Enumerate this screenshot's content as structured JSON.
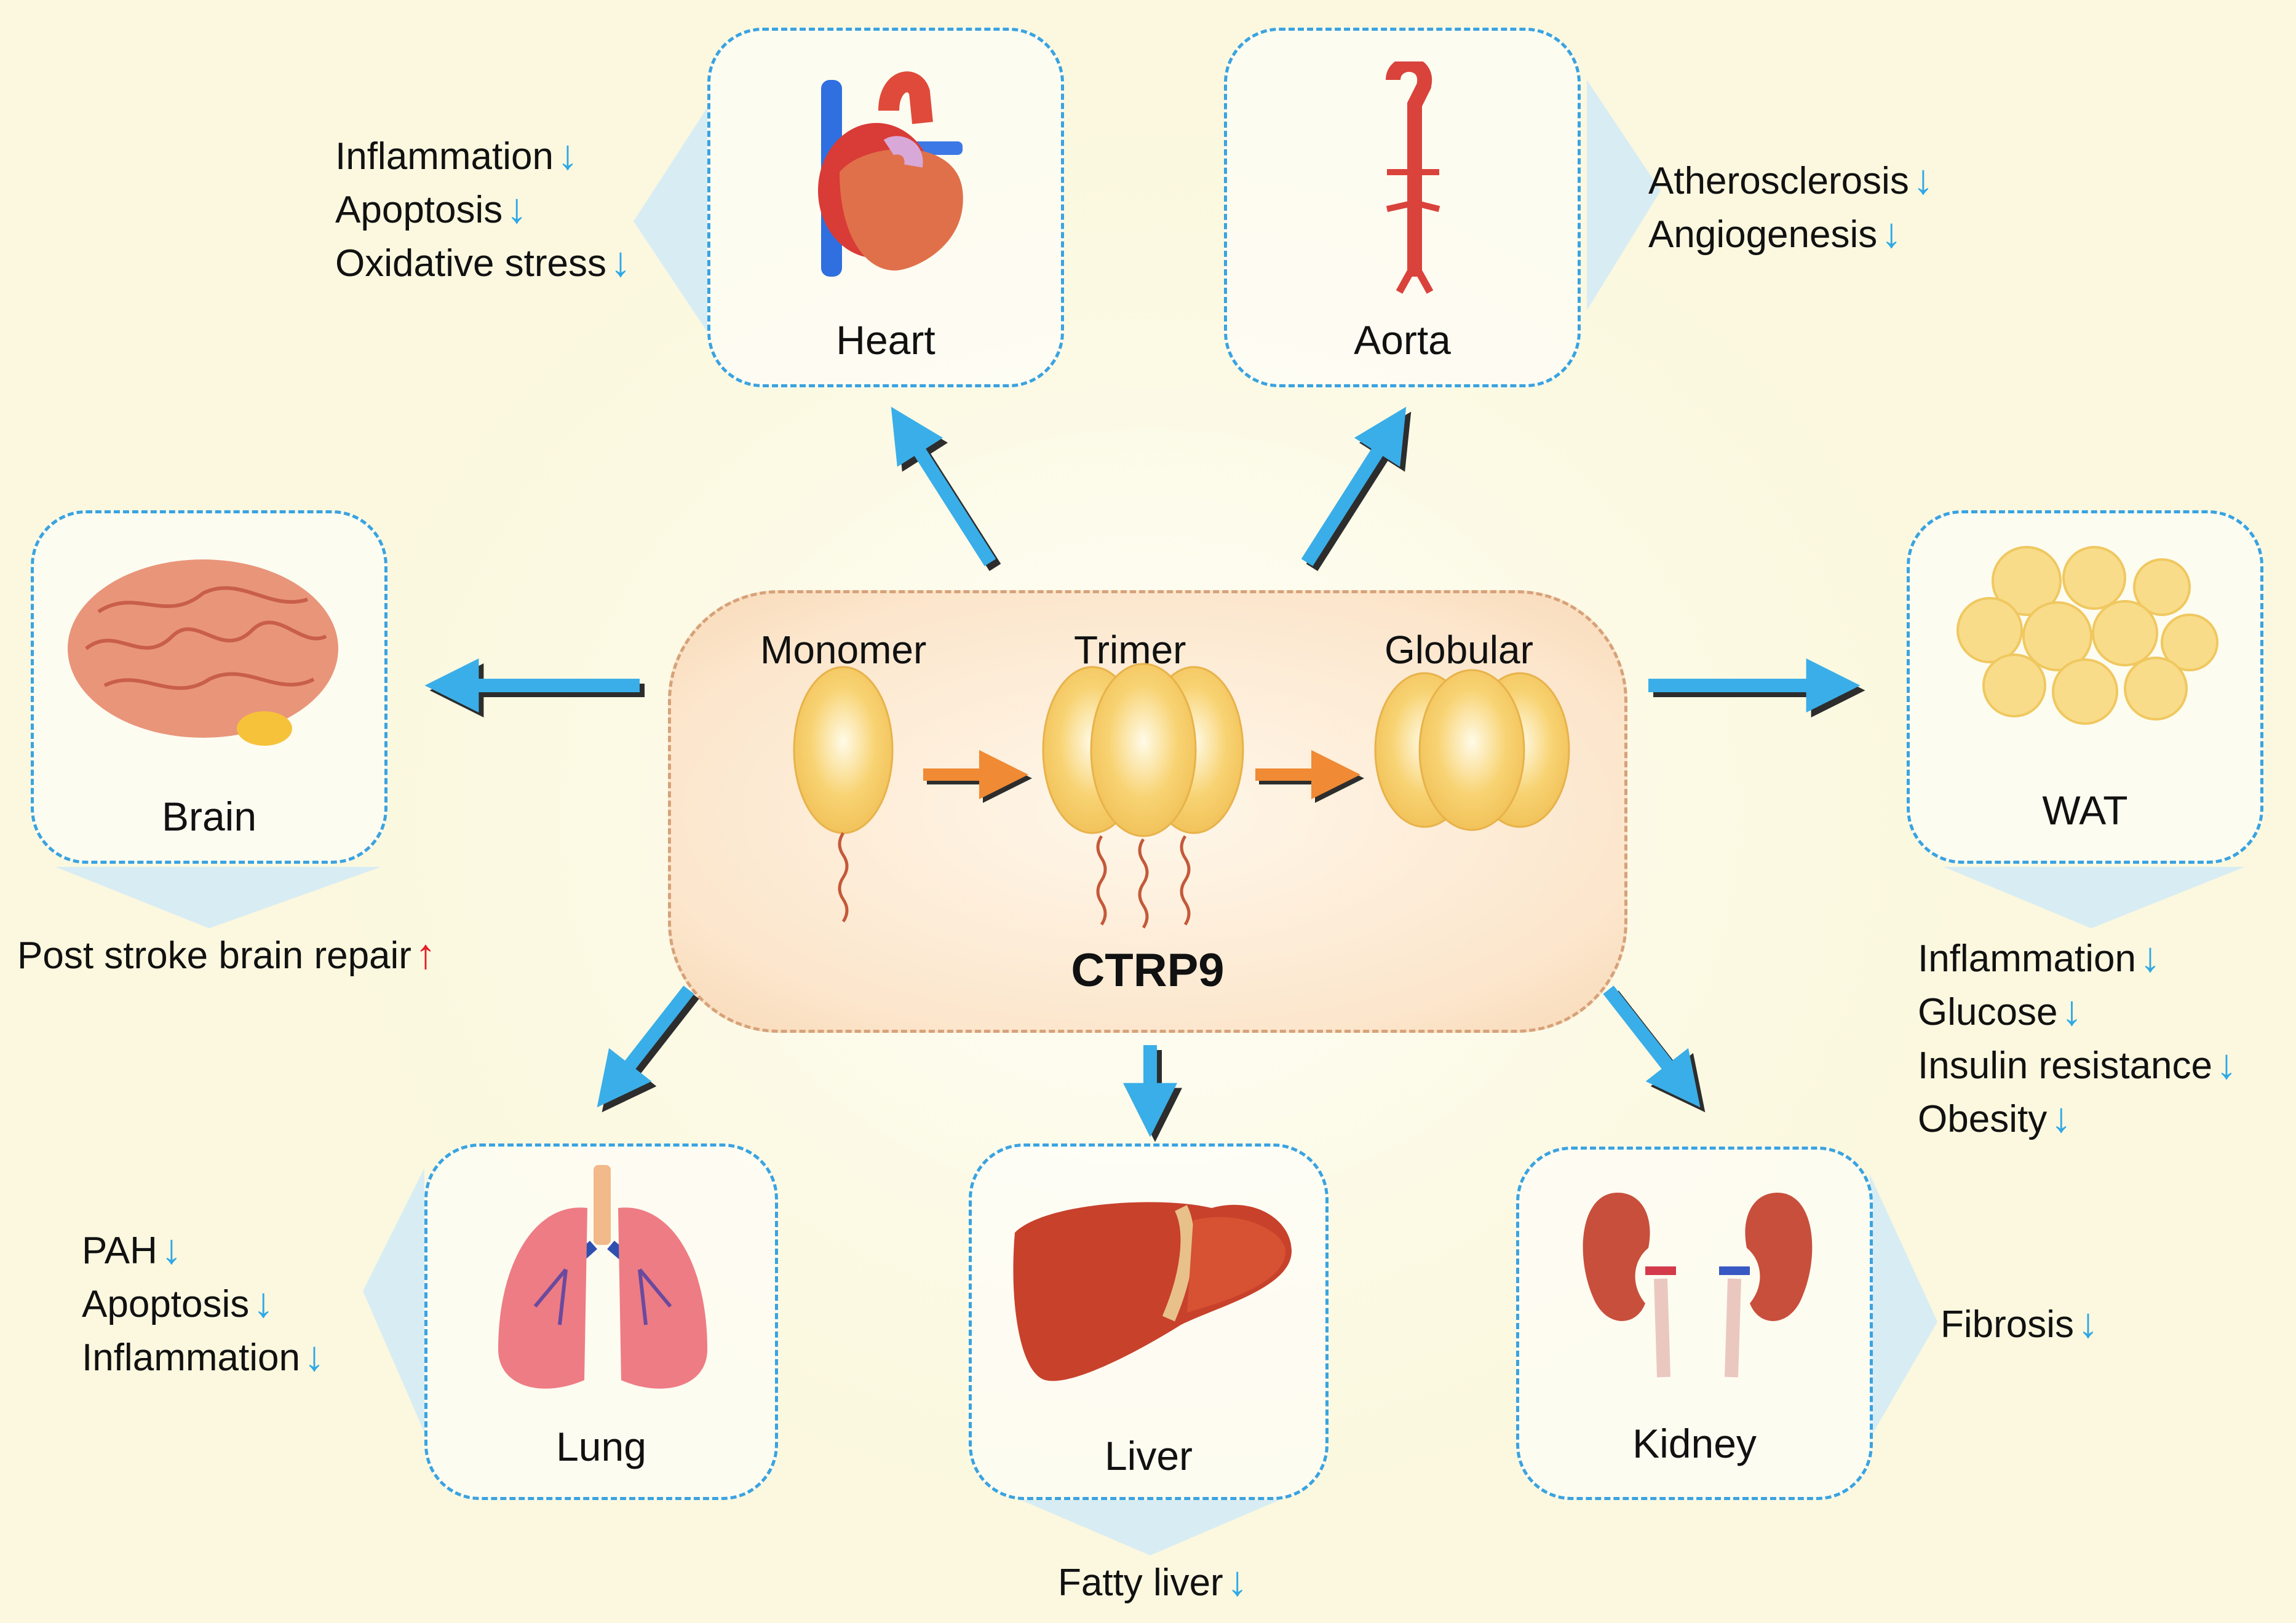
{
  "center": {
    "title": "CTRP9",
    "forms": [
      "Monomer",
      "Trimer",
      "Globular"
    ]
  },
  "organs": {
    "heart": {
      "label": "Heart",
      "effects": [
        {
          "text": "Inflammation",
          "dir": "down"
        },
        {
          "text": "Apoptosis",
          "dir": "down"
        },
        {
          "text": "Oxidative stress",
          "dir": "down"
        }
      ]
    },
    "aorta": {
      "label": "Aorta",
      "effects": [
        {
          "text": "Atherosclerosis",
          "dir": "down"
        },
        {
          "text": "Angiogenesis",
          "dir": "down"
        }
      ]
    },
    "brain": {
      "label": "Brain",
      "effects": [
        {
          "text": "Post stroke brain repair",
          "dir": "up"
        }
      ]
    },
    "wat": {
      "label": "WAT",
      "effects": [
        {
          "text": "Inflammation",
          "dir": "down"
        },
        {
          "text": "Glucose",
          "dir": "down"
        },
        {
          "text": "Insulin resistance",
          "dir": "down"
        },
        {
          "text": "Obesity",
          "dir": "down"
        }
      ]
    },
    "lung": {
      "label": "Lung",
      "effects": [
        {
          "text": "PAH",
          "dir": "down"
        },
        {
          "text": "Apoptosis",
          "dir": "down"
        },
        {
          "text": "Inflammation",
          "dir": "down"
        }
      ]
    },
    "liver": {
      "label": "Liver",
      "effects": [
        {
          "text": "Fatty liver",
          "dir": "down"
        }
      ]
    },
    "kidney": {
      "label": "Kidney",
      "effects": [
        {
          "text": "Fibrosis",
          "dir": "down"
        }
      ]
    }
  },
  "colors": {
    "background": "#fbf8df",
    "box_border": "#3aa3e0",
    "arrow_blue": "#3aaee8",
    "arrow_orange": "#f08a35",
    "decrease": "#2fa8e6",
    "increase": "#e41e26",
    "protein": "#f8d373"
  },
  "icons": {
    "decrease": "down-arrow-icon",
    "increase": "up-arrow-icon"
  }
}
